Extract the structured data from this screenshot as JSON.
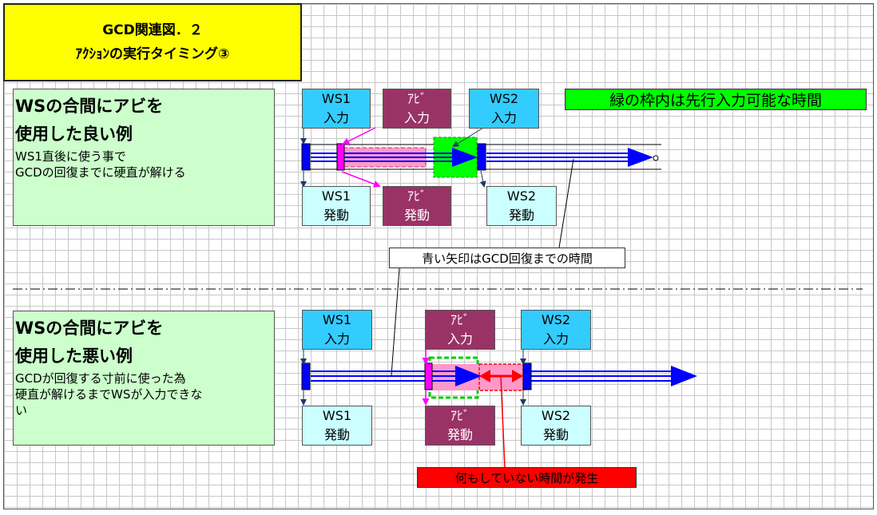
{
  "title": {
    "line1": "GCD関連図．２",
    "line2": "ｱｸｼｮﾝの実行タイミング③"
  },
  "scenario_good": {
    "heading_line1": "WSの合間にアビを",
    "heading_line2": "使用した良い例",
    "desc_line1": "WS1直後に使う事で",
    "desc_line2": "GCDの回復までに硬直が解ける"
  },
  "scenario_bad": {
    "heading_line1": "WSの合間にアビを",
    "heading_line2": "使用した悪い例",
    "desc_line1": "GCDが回復する寸前に使った為",
    "desc_line2": "硬直が解けるまでWSが入力できな",
    "desc_line3": "い"
  },
  "labels_good": {
    "ws1_input": {
      "line1": "WS1",
      "line2": "入力"
    },
    "abi_input": {
      "line1": "ｱﾋﾞ",
      "line2": "入力"
    },
    "ws2_input": {
      "line1": "WS2",
      "line2": "入力"
    },
    "ws1_fire": {
      "line1": "WS1",
      "line2": "発動"
    },
    "abi_fire": {
      "line1": "ｱﾋﾞ",
      "line2": "発動"
    },
    "ws2_fire": {
      "line1": "WS2",
      "line2": "発動"
    }
  },
  "labels_bad": {
    "ws1_input": {
      "line1": "WS1",
      "line2": "入力"
    },
    "abi_input": {
      "line1": "ｱﾋﾞ",
      "line2": "入力"
    },
    "ws2_input": {
      "line1": "WS2",
      "line2": "入力"
    },
    "ws1_fire": {
      "line1": "WS1",
      "line2": "発動"
    },
    "abi_fire": {
      "line1": "ｱﾋﾞ",
      "line2": "発動"
    },
    "ws2_fire": {
      "line1": "WS2",
      "line2": "発動"
    }
  },
  "legend_green": "緑の枠内は先行入力可能な時間",
  "note_blue_arrow": "青い矢印はGCD回復までの時間",
  "note_idle": "何もしていない時間が発生",
  "colors": {
    "title_bg": "#ffff00",
    "scenario_bg": "#ccffcc",
    "input_ws_bg": "#33ccff",
    "fire_ws_bg": "#ccffff",
    "abi_bg": "#993366",
    "gcd_arrow": "#0000ff",
    "stiffness": "#ff99cc",
    "marker": "#ff00ff",
    "precast_window": "#00ff00",
    "idle_highlight": "#ff0000"
  }
}
